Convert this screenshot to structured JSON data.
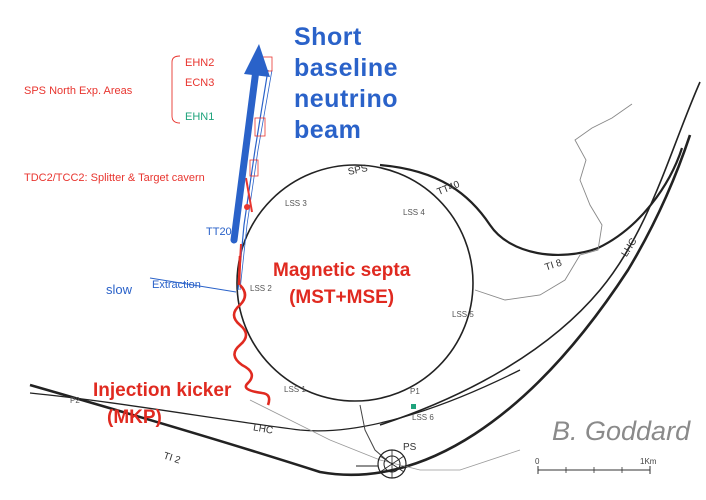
{
  "labels": {
    "ehn2": "EHN2",
    "ecn3": "ECN3",
    "ehn1": "EHN1",
    "north_areas": "SPS North Exp. Areas",
    "tdc2": "TDC2/TCC2: Splitter & Target cavern",
    "tt20": "TT20",
    "slow": "slow",
    "extraction": "Extraction",
    "sps": "SPS",
    "tt40": "TT40",
    "ti8": "TI 8",
    "lhc_right": "LHC",
    "lhc_bottom": "LHC",
    "ti2": "TI 2",
    "ps": "PS",
    "p1": "P1",
    "p2": "P2",
    "lss1": "LSS 1",
    "lss2": "LSS 2",
    "lss3": "LSS 3",
    "lss4": "LSS 4",
    "lss5": "LSS 5",
    "lss6": "LSS 6"
  },
  "beam_title": {
    "line1": "Short",
    "line2": "baseline",
    "line3": "neutrino",
    "line4": "beam"
  },
  "septa": {
    "line1": "Magnetic septa",
    "line2": "(MST+MSE)"
  },
  "kicker": {
    "line1": "Injection kicker",
    "line2": "(MKP)"
  },
  "credit": "B. Goddard",
  "scale": {
    "start": "0",
    "end": "1Km"
  },
  "colors": {
    "beam_blue": "#2a62c9",
    "accent_red": "#e02a20",
    "label_red": "#e8352f",
    "label_teal": "#1fa37c",
    "map_line": "#222222"
  }
}
